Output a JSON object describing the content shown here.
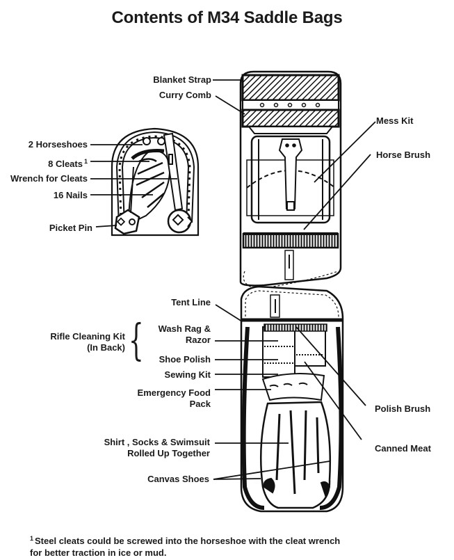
{
  "title": "Contents of M34 Saddle Bags",
  "horseshoe_kit": {
    "labels": [
      {
        "id": "horseshoes",
        "text": "2 Horseshoes"
      },
      {
        "id": "cleats",
        "text": "8 Cleats",
        "footnote_ref": "1"
      },
      {
        "id": "wrench",
        "text": "Wrench for Cleats"
      },
      {
        "id": "nails",
        "text": "16 Nails"
      },
      {
        "id": "picket-pin",
        "text": "Picket Pin"
      }
    ]
  },
  "upper_bag": {
    "labels": [
      {
        "id": "blanket-strap",
        "text": "Blanket Strap"
      },
      {
        "id": "curry-comb",
        "text": "Curry Comb"
      },
      {
        "id": "mess-kit",
        "text": "Mess Kit"
      },
      {
        "id": "horse-brush",
        "text": "Horse Brush"
      }
    ]
  },
  "lower_bag": {
    "group_label": {
      "line1": "Rifle Cleaning Kit",
      "line2": "(In Back)"
    },
    "labels": [
      {
        "id": "tent-line",
        "text": "Tent Line"
      },
      {
        "id": "wash-rag",
        "line1": "Wash Rag &",
        "line2": "Razor"
      },
      {
        "id": "shoe-polish",
        "text": "Shoe Polish"
      },
      {
        "id": "sewing-kit",
        "text": "Sewing Kit"
      },
      {
        "id": "food-pack",
        "line1": "Emergency Food",
        "line2": "Pack"
      },
      {
        "id": "clothes",
        "line1": "Shirt , Socks & Swimsuit",
        "line2": "Rolled Up Together"
      },
      {
        "id": "canvas-shoes",
        "text": "Canvas Shoes"
      },
      {
        "id": "polish-brush",
        "text": "Polish Brush"
      },
      {
        "id": "canned-meat",
        "text": "Canned Meat"
      }
    ]
  },
  "footnote": {
    "marker": "1",
    "line1": "Steel cleats could be screwed into the horseshoe with the cleat wrench",
    "line2": "for better traction in ice or mud."
  }
}
